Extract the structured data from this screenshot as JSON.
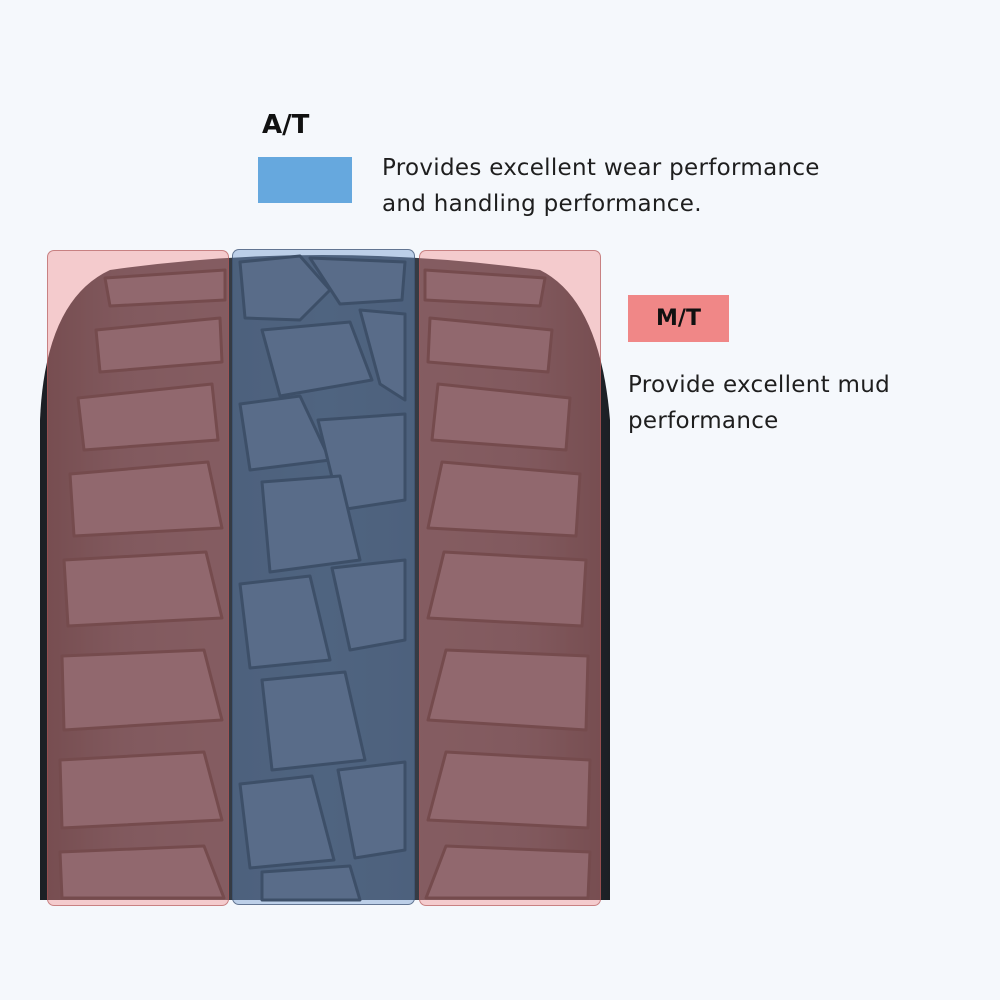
{
  "legend": {
    "at": {
      "label": "A/T",
      "color": "#66a8de",
      "description_lines": [
        "Provides excellent wear performance",
        "and handling performance."
      ]
    },
    "mt": {
      "label": "M/T",
      "color": "#f08787",
      "description_lines": [
        "Provide excellent mud",
        "performance"
      ]
    }
  },
  "illustration": {
    "subject": "tire-tread",
    "zones": [
      {
        "id": "left-shoulder",
        "type": "M/T",
        "color": "#f08787"
      },
      {
        "id": "center-rib",
        "type": "A/T",
        "color": "#66a8de"
      },
      {
        "id": "right-shoulder",
        "type": "M/T",
        "color": "#f08787"
      }
    ]
  }
}
